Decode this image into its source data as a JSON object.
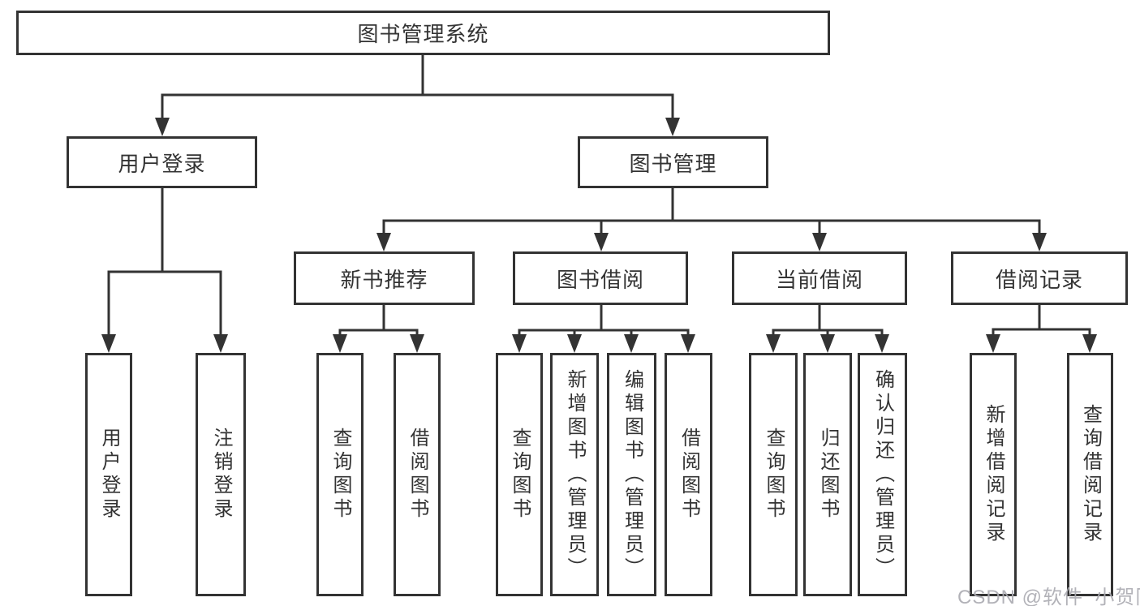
{
  "diagram": {
    "nodes": {
      "root": "图书管理系统",
      "login": "用户登录",
      "management": "图书管理",
      "login_children": [
        "用户登录",
        "注销登录"
      ],
      "groups": [
        {
          "label": "新书推荐",
          "children": [
            "查询图书",
            "借阅图书"
          ]
        },
        {
          "label": "图书借阅",
          "children": [
            "查询图书",
            "新增图书（管理员）",
            "编辑图书（管理员）",
            "借阅图书"
          ]
        },
        {
          "label": "当前借阅",
          "children": [
            "查询图书",
            "归还图书",
            "确认归还（管理员）"
          ]
        },
        {
          "label": "借阅记录",
          "children": [
            "新增借阅记录",
            "查询借阅记录"
          ]
        }
      ]
    },
    "watermark": "CSDN @软件_小贺同学",
    "colors": {
      "line": "#333333",
      "text": "#333333",
      "box_background": "#ffffff",
      "watermark": "#aaaab0"
    }
  }
}
